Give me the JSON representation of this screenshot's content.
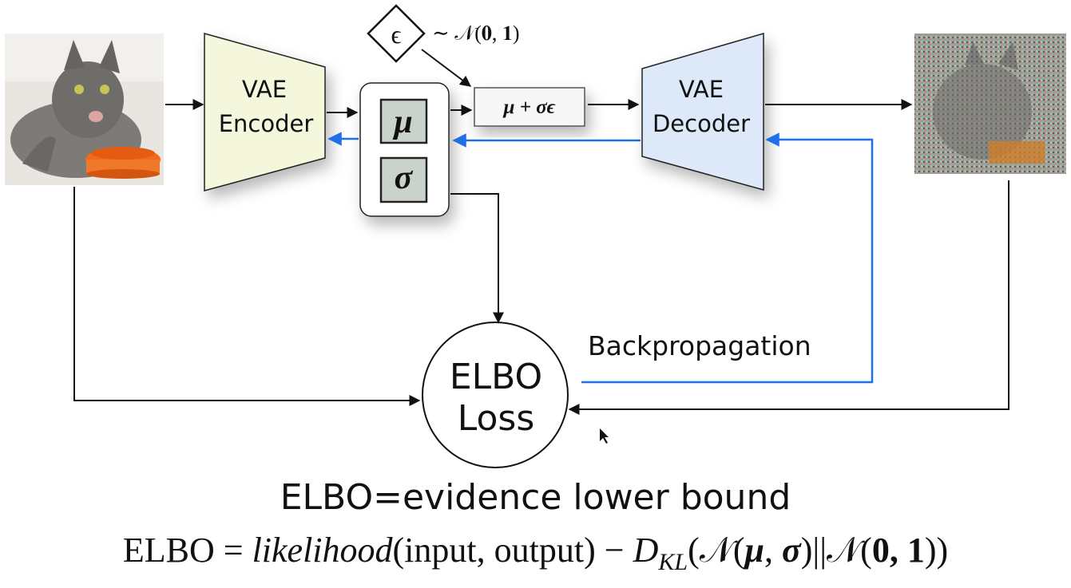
{
  "encoder": {
    "line1": "VAE",
    "line2": "Encoder"
  },
  "decoder": {
    "line1": "VAE",
    "line2": "Decoder"
  },
  "latent": {
    "mu": "μ",
    "sigma": "σ"
  },
  "noise": {
    "symbol": "ϵ",
    "dist": "∼ 𝒩(𝟎, 𝟏)"
  },
  "reparam": {
    "formula": "μ + σϵ"
  },
  "loss": {
    "line1": "ELBO",
    "line2": "Loss"
  },
  "backprop_label": "Backpropagation",
  "captions": {
    "definition": "ELBO=evidence lower bound",
    "eq_lhs": "ELBO",
    "eq_eq": " = ",
    "eq_like": "likelihood",
    "eq_args": "(input, output)",
    "eq_minus": " − ",
    "eq_D": "D",
    "eq_KL": "KL",
    "eq_rest1": "(𝒩(",
    "eq_mu": "μ",
    "eq_comma": ", ",
    "eq_sigma": "σ",
    "eq_rest2": ")||𝒩(",
    "eq_01": "0, 1",
    "eq_rest3": "))"
  },
  "colors": {
    "encoder_fill": "#f4f7dc",
    "decoder_fill": "#dde9f8",
    "backprop": "#1f6fe8",
    "latent_box": "#c9d3cb",
    "arrow": "#111111"
  },
  "icons": {
    "input_image": "cat-photo",
    "output_image": "noisy-cat-photo",
    "cursor": "mouse-cursor-icon"
  }
}
